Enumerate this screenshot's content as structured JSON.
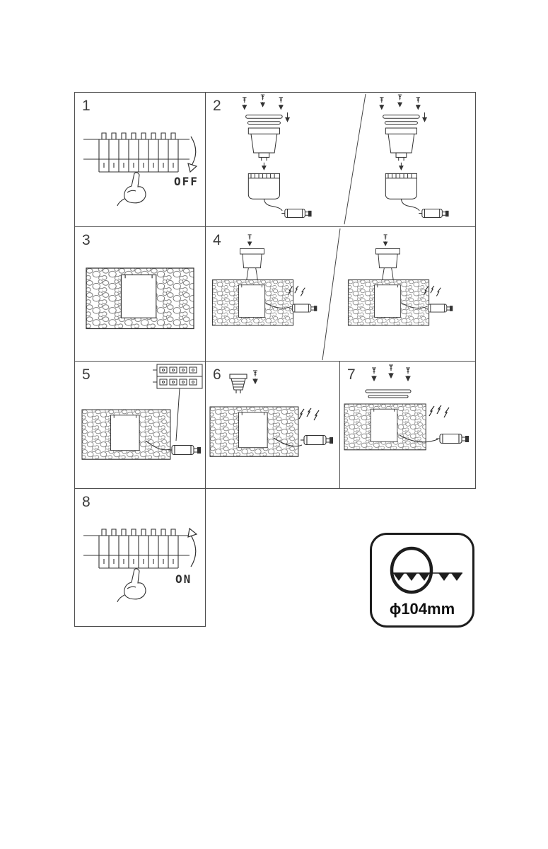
{
  "page": {
    "background": "#ffffff",
    "line_color": "#333333"
  },
  "steps": [
    {
      "number": "1",
      "label": "OFF"
    },
    {
      "number": "2"
    },
    {
      "number": "3"
    },
    {
      "number": "4"
    },
    {
      "number": "5"
    },
    {
      "number": "6"
    },
    {
      "number": "7"
    },
    {
      "number": "8",
      "label": "ON"
    }
  ],
  "cutout": {
    "label": "ϕ104mm"
  }
}
